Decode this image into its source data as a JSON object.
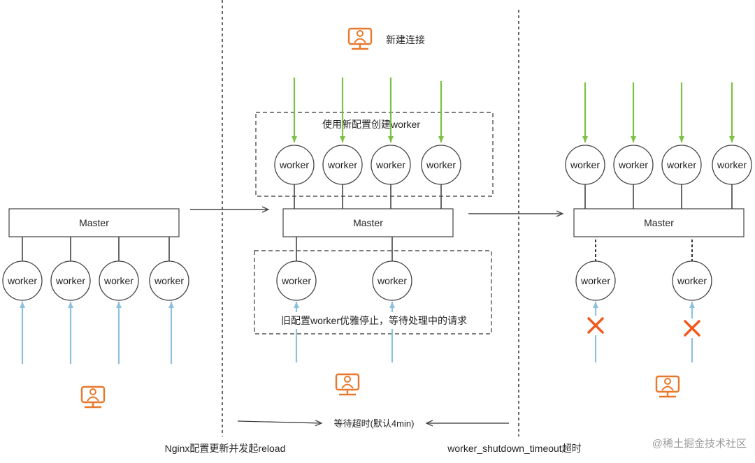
{
  "labels": {
    "master": "Master",
    "worker": "worker",
    "new_connection": "新建连接",
    "create_new_workers": "使用新配置创建worker",
    "old_workers_graceful_stop": "旧配置worker优雅停止，等待处理中的请求",
    "wait_timeout": "等待超时(默认4min)",
    "reload_caption": "Nginx配置更新并发起reload",
    "timeout_caption": "worker_shutdown_timeout超时",
    "watermark": "@稀土掘金技术社区"
  },
  "colors": {
    "line": "#444444",
    "dashed_border": "#555555",
    "new_traffic_arrow": "#7cc242",
    "old_traffic_arrow": "#8ec1dd",
    "terminate_cross": "#ef5a1e",
    "client_icon": "#e8782c"
  },
  "icons": {
    "client": "user-monitor-icon",
    "terminate": "cross-icon"
  }
}
